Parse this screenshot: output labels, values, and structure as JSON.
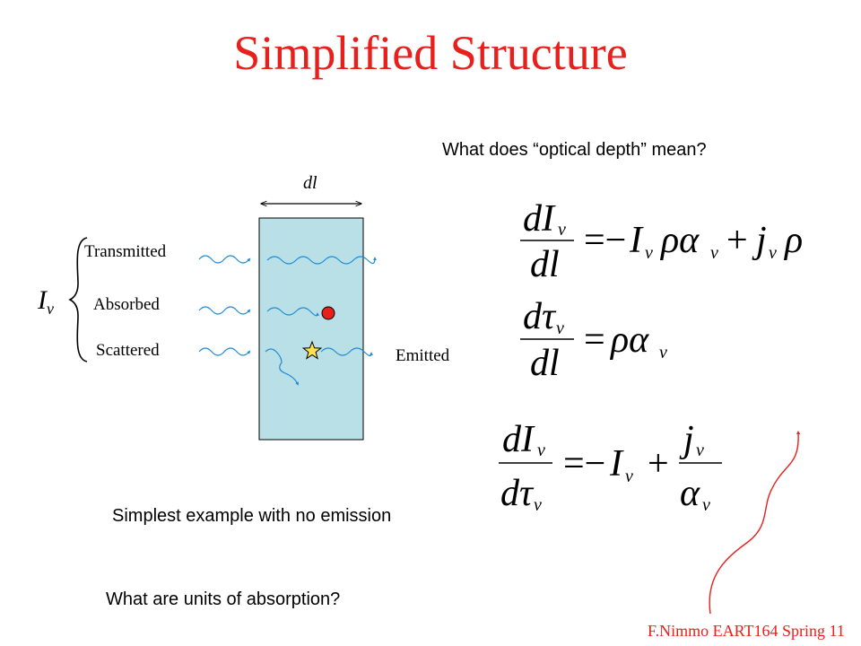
{
  "slide": {
    "title": "Simplified Structure",
    "question_optical_depth": "What does “optical depth” mean?",
    "simplest_example": "Simplest example with no emission",
    "question_units": "What are units of absorption?",
    "footer": "F.Nimmo EART164 Spring 11"
  },
  "diagram": {
    "dl_label": "dl",
    "intensity_symbol": "I",
    "intensity_subscript": "ν",
    "ray_labels": [
      "Transmitted",
      "Absorbed",
      "Scattered"
    ],
    "emitted_label": "Emitted",
    "colors": {
      "slab_fill": "#b8e0e6",
      "ray": "#1f8ad6",
      "absorber": "#e8201c",
      "emitter": "#ffe24a",
      "annotation_arrow": "#e8201c"
    }
  },
  "equations": [
    {
      "name": "transfer-equation-dl",
      "lhs": "dIν/dl",
      "rhs": "−Iν ρ αν + jν ρ"
    },
    {
      "name": "optical-depth-definition",
      "lhs": "dτν/dl",
      "rhs": "ρ αν"
    },
    {
      "name": "transfer-equation-dtau",
      "lhs": "dIν/dτν",
      "rhs": "−Iν + jν/αν"
    }
  ]
}
